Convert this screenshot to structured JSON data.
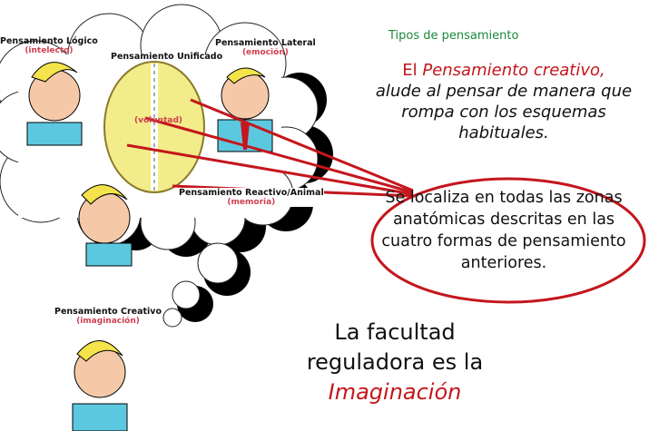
{
  "slide": {
    "title": "Tipos de pensamiento",
    "description": {
      "prefix": "El ",
      "highlight": "Pensamiento creativo,",
      "rest": "alude al pensar de manera que rompa con los esquemas habituales."
    },
    "oval_text": "Se localiza en todas las zonas anatómicas descritas en las cuatro formas de pensamiento anteriores.",
    "regulator": {
      "text": "La facultad reguladora es la",
      "highlight": "Imaginación"
    },
    "accent_color": "#c4161c"
  },
  "labels": [
    {
      "title": "Pensamiento Lógico",
      "sub": "(intelecto)"
    },
    {
      "title": "Pensamiento Unificado",
      "sub": ""
    },
    {
      "title": "Pensamiento Lateral",
      "sub": "(emoción)"
    },
    {
      "title": "",
      "sub": "(voluntad)"
    },
    {
      "title": "Pensamiento Reactivo/Animal",
      "sub": "(memoria)"
    },
    {
      "title": "Pensamiento Creativo",
      "sub": "(imaginación)"
    }
  ]
}
